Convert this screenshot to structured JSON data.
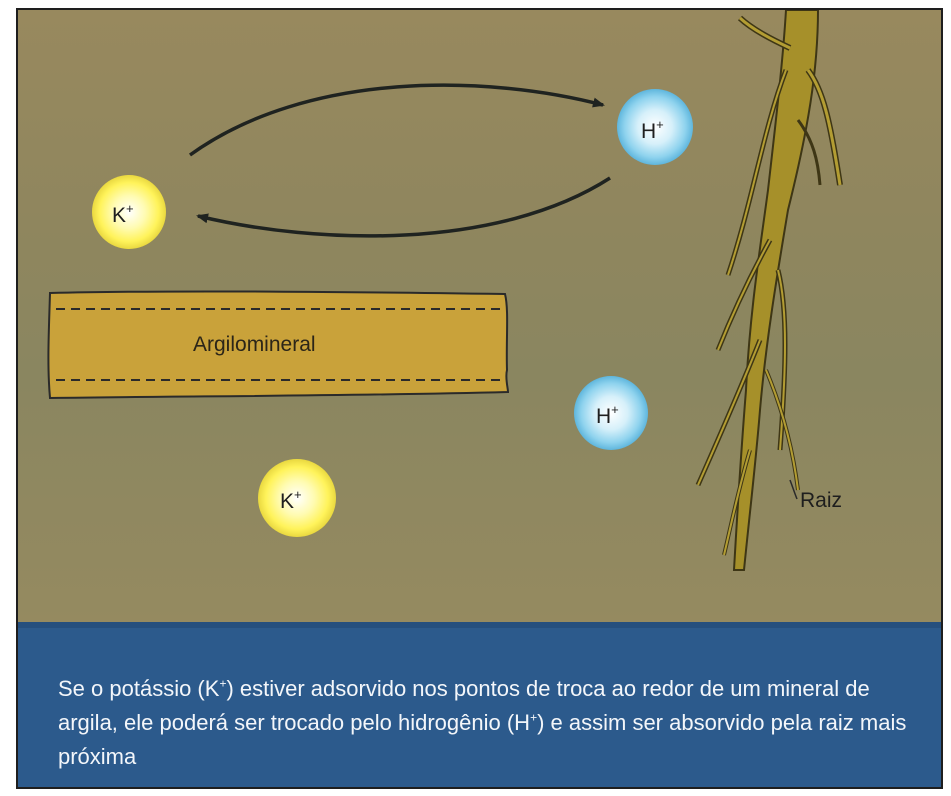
{
  "ions": {
    "k_top": {
      "symbol": "K",
      "charge": "+"
    },
    "h_top": {
      "symbol": "H",
      "charge": "+"
    },
    "h_mid": {
      "symbol": "H",
      "charge": "+"
    },
    "k_bottom": {
      "symbol": "K",
      "charge": "+"
    }
  },
  "mineral": {
    "label": "Argilomineral"
  },
  "root": {
    "label": "Raiz"
  },
  "caption": {
    "part1": "Se o potássio (K",
    "sup1": "+",
    "part2": ") estiver adsorvido nos pontos de troca ao redor de um mineral de argila, ele poderá ser trocado pelo hidrogênio (H",
    "sup2": "+",
    "part3": ") e assim ser absorvido pela raiz mais próxima"
  },
  "colors": {
    "soil_background": "#8f865e",
    "potassium_ion": "#fff45a",
    "hydrogen_ion": "#9ad6ee",
    "mineral_fill": "#c9a23a",
    "root_fill": "#a6902a",
    "caption_background": "#2c5a8c"
  }
}
